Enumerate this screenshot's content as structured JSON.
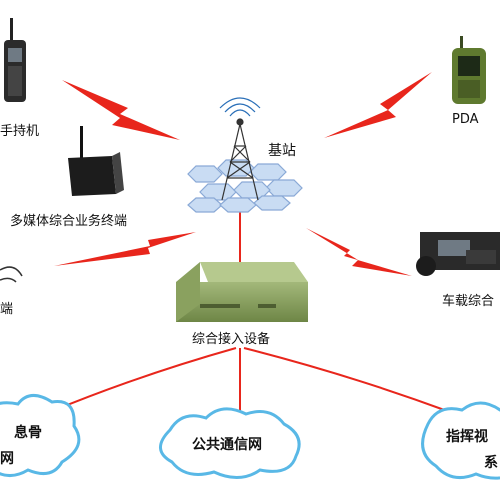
{
  "labels": {
    "handheld": "手持机",
    "base_station": "基站",
    "pda": "PDA",
    "multimedia_terminal": "多媒体综合业务终端",
    "left_terminal_fragment": "端",
    "vehicle": "车载综合",
    "access_device": "综合接入设备"
  },
  "clouds": {
    "left_line1": "息骨",
    "left_line2": "网",
    "center": "公共通信网",
    "right_line1": "指挥视",
    "right_line2": "系"
  },
  "colors": {
    "lightning": "#e8261c",
    "link": "#e8261c",
    "cloud_stroke": "#59b8e6",
    "hex_fill": "#c9dcf3",
    "hex_stroke": "#8aa9d6",
    "device_green": "#7f9a52"
  },
  "icons": [
    "handheld-radio-icon",
    "pda-icon",
    "multimedia-terminal-icon",
    "vehicle-radio-icon",
    "base-station-tower-icon",
    "access-device-chassis-icon",
    "headset-icon"
  ]
}
